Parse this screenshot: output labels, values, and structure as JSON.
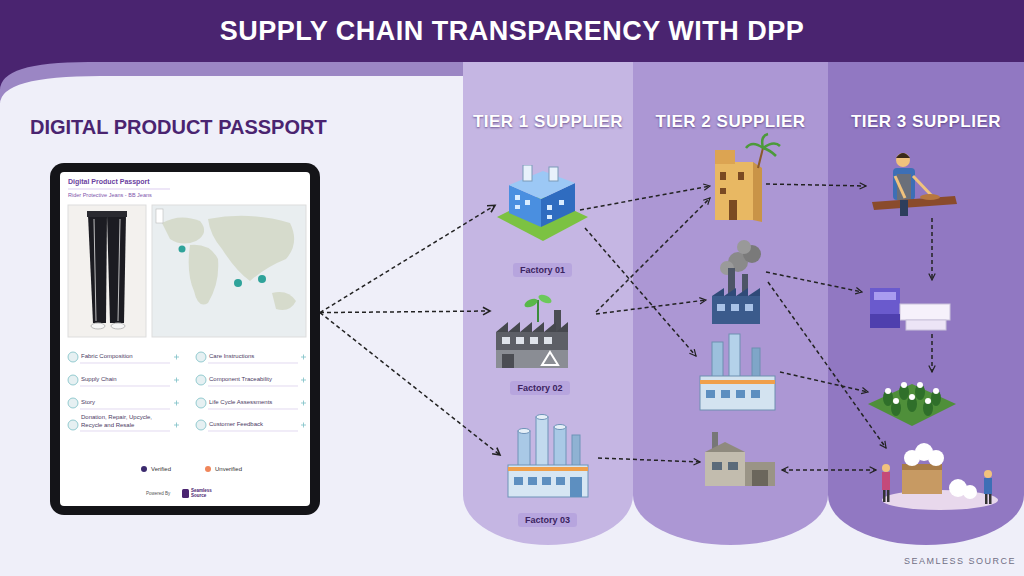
{
  "diagram": {
    "title": "SUPPLY CHAIN TRANSPARENCY WITH DPP",
    "nodes": [
      {
        "text": [
          "DIGITAL PRODUCT PASSPORT",
          "Digital Product Passport",
          "Rider Protective Jeans - BB Jeans",
          "Fabric Composition",
          "Care Instructions",
          "Supply Chain",
          "Component Traceability",
          "Story",
          "Life Cycle Assessments",
          "Donation, Repair, Upcycle, Recycle and Resale",
          "Customer Feedback",
          "Powered By",
          "Seamless Source"
        ]
      },
      {
        "text": [
          "TIER 1 SUPPLIER"
        ]
      },
      {
        "text": [
          "TIER 2 SUPPLIER"
        ]
      },
      {
        "text": [
          "TIER 3 SUPPLIER"
        ]
      },
      {
        "text": [
          "Factory 01"
        ],
        "in": 1
      },
      {
        "text": [
          "Factory 02"
        ],
        "in": 1
      },
      {
        "text": [
          "Factory 03"
        ],
        "in": 1
      }
    ],
    "edges": [
      {
        "from": 0,
        "to": 4,
        "arrow": "to"
      },
      {
        "from": 0,
        "to": 5,
        "arrow": "to"
      },
      {
        "from": 0,
        "to": 6,
        "arrow": "to"
      }
    ],
    "labels": [
      "SEAMLESS SOURCE"
    ],
    "legend": [
      {
        "text": "Verified",
        "color": "#3b2a6e"
      },
      {
        "text": "Unverified",
        "color": "#f0865a"
      }
    ]
  }
}
